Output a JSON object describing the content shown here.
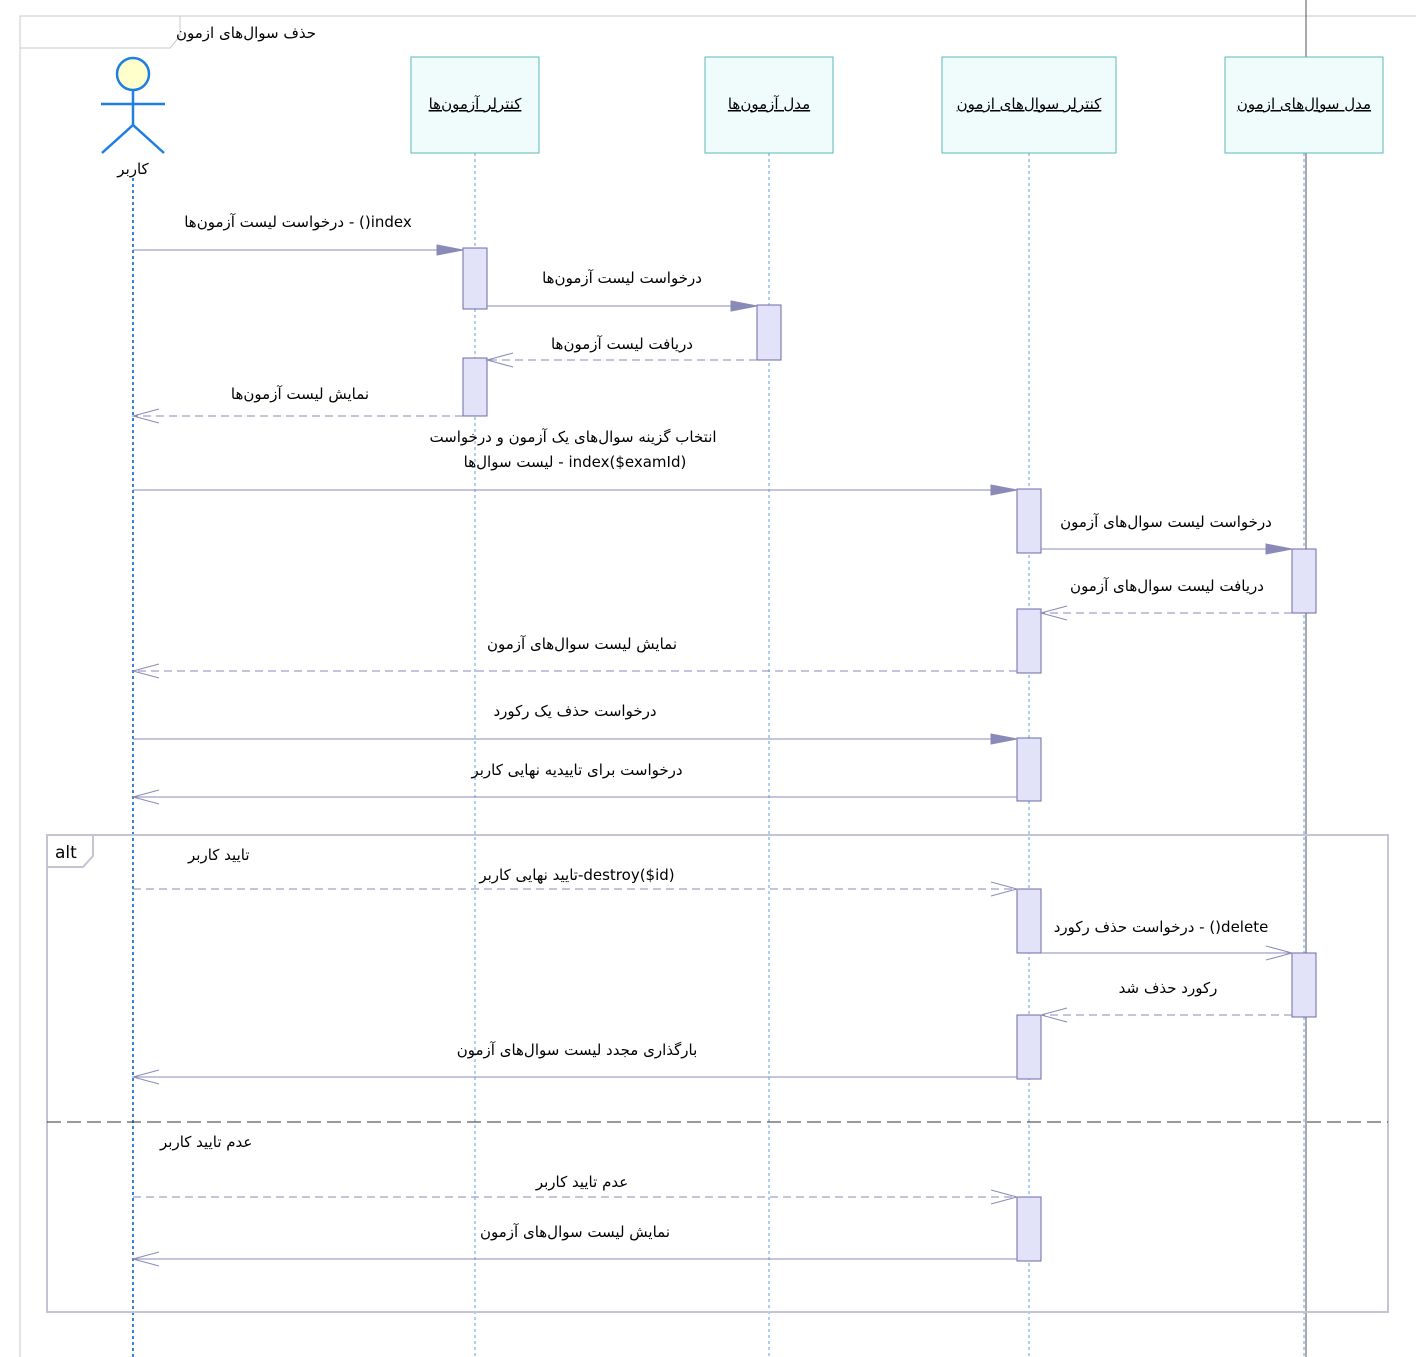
{
  "diagram": {
    "title": "حذف سوال‌های ازمون",
    "actor": {
      "label": "کاربر"
    },
    "participants": [
      {
        "id": "examController",
        "label": "کنترلر آزمون‌ها"
      },
      {
        "id": "examModel",
        "label": "مدل آزمون‌ها"
      },
      {
        "id": "questionController",
        "label": "کنترلر سوال‌های ازمون"
      },
      {
        "id": "questionModel",
        "label": "مدل سوال‌های ازمون"
      }
    ],
    "messages": [
      {
        "from": "actor",
        "to": "examController",
        "kind": "sync",
        "lines": [
          "index() - درخواست لیست آزمون‌ها"
        ]
      },
      {
        "from": "examController",
        "to": "examModel",
        "kind": "sync",
        "lines": [
          "درخواست لیست آزمون‌ها"
        ]
      },
      {
        "from": "examModel",
        "to": "examController",
        "kind": "return",
        "lines": [
          "دریافت لیست آزمون‌ها"
        ]
      },
      {
        "from": "examController",
        "to": "actor",
        "kind": "return",
        "lines": [
          "نمایش لیست آزمون‌ها"
        ]
      },
      {
        "from": "actor",
        "to": "questionController",
        "kind": "sync",
        "lines": [
          "انتخاب گزینه سوال‌های یک آزمون و درخواست",
          "index($examId) - لیست سوال‌ها"
        ]
      },
      {
        "from": "questionController",
        "to": "questionModel",
        "kind": "sync",
        "lines": [
          "درخواست لیست سوال‌های آزمون"
        ]
      },
      {
        "from": "questionModel",
        "to": "questionController",
        "kind": "return",
        "lines": [
          "دریافت لیست سوال‌های آزمون"
        ]
      },
      {
        "from": "questionController",
        "to": "actor",
        "kind": "return",
        "lines": [
          "نمایش لیست سوال‌های آزمون"
        ]
      },
      {
        "from": "actor",
        "to": "questionController",
        "kind": "sync",
        "lines": [
          "درخواست حذف یک رکورد"
        ]
      },
      {
        "from": "questionController",
        "to": "actor",
        "kind": "reply",
        "lines": [
          "درخواست برای تاییدیه نهایی کاربر"
        ]
      },
      {
        "from": "actor",
        "to": "questionController",
        "kind": "return",
        "lines": [
          "destroy($id)-تایید نهایی کاربر"
        ]
      },
      {
        "from": "questionController",
        "to": "questionModel",
        "kind": "reply",
        "lines": [
          "delete() - درخواست حذف رکورد"
        ]
      },
      {
        "from": "questionModel",
        "to": "questionController",
        "kind": "return",
        "lines": [
          "رکورد حذف شد"
        ]
      },
      {
        "from": "questionController",
        "to": "actor",
        "kind": "reply",
        "lines": [
          "بارگذاری مجدد لیست سوال‌های آزمون"
        ]
      },
      {
        "from": "actor",
        "to": "questionController",
        "kind": "return",
        "lines": [
          "عدم تایید کاربر"
        ]
      },
      {
        "from": "questionController",
        "to": "actor",
        "kind": "reply",
        "lines": [
          "نمایش لیست سوال‌های آزمون"
        ]
      }
    ],
    "fragment": {
      "operator": "alt",
      "operands": [
        {
          "guard": "تایید کاربر"
        },
        {
          "guard": "عدم تایید کاربر"
        }
      ]
    },
    "colors": {
      "participant_fill": "#f0fcfc",
      "participant_border": "#5cb8b8",
      "activation_fill": "#e2e2f8",
      "arrow": "#8a8ab8",
      "actor_stroke": "#1f7fe0",
      "actor_head_fill": "#ffffcc"
    }
  }
}
